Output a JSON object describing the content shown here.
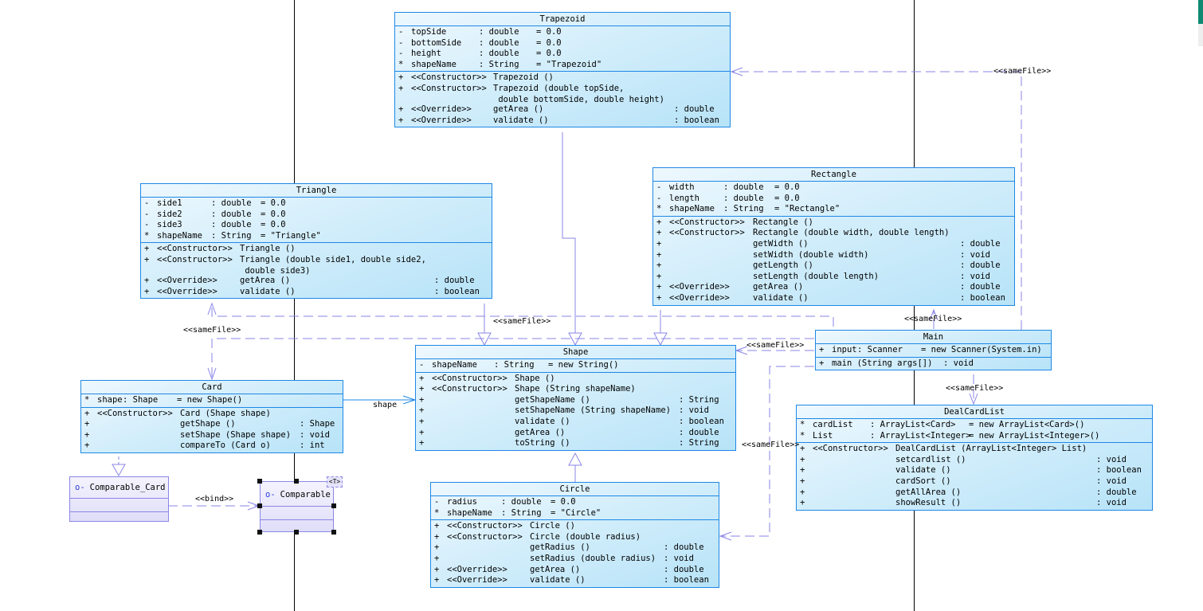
{
  "diagram": {
    "type": "UML class diagram",
    "classes": {
      "trapezoid": {
        "name": "Trapezoid",
        "attributes": [
          {
            "vis": "-",
            "name": "topSide",
            "type": ": double",
            "init": "= 0.0"
          },
          {
            "vis": "-",
            "name": "bottomSide",
            "type": ": double",
            "init": "= 0.0"
          },
          {
            "vis": "-",
            "name": "height",
            "type": ": double",
            "init": "= 0.0"
          },
          {
            "vis": "*",
            "name": "shapeName",
            "type": ": String",
            "init": "= \"Trapezoid\""
          }
        ],
        "operations": [
          {
            "vis": "+",
            "stereo": "<<Constructor>>",
            "sig": "Trapezoid ()",
            "ret": ""
          },
          {
            "vis": "+",
            "stereo": "<<Constructor>>",
            "sig": "Trapezoid (double topSide,\n double bottomSide, double height)",
            "ret": ""
          },
          {
            "vis": "+",
            "stereo": "<<Override>>",
            "sig": "getArea ()",
            "ret": ": double"
          },
          {
            "vis": "+",
            "stereo": "<<Override>>",
            "sig": "validate ()",
            "ret": ": boolean"
          }
        ]
      },
      "triangle": {
        "name": "Triangle",
        "attributes": [
          {
            "vis": "-",
            "name": "side1",
            "type": ": double",
            "init": "= 0.0"
          },
          {
            "vis": "-",
            "name": "side2",
            "type": ": double",
            "init": "= 0.0"
          },
          {
            "vis": "-",
            "name": "side3",
            "type": ": double",
            "init": "= 0.0"
          },
          {
            "vis": "*",
            "name": "shapeName",
            "type": ": String",
            "init": "= \"Triangle\""
          }
        ],
        "operations": [
          {
            "vis": "+",
            "stereo": "<<Constructor>>",
            "sig": "Triangle ()",
            "ret": ""
          },
          {
            "vis": "+",
            "stereo": "<<Constructor>>",
            "sig": "Triangle (double side1, double side2,\n double side3)",
            "ret": ""
          },
          {
            "vis": "+",
            "stereo": "<<Override>>",
            "sig": "getArea ()",
            "ret": ": double"
          },
          {
            "vis": "+",
            "stereo": "<<Override>>",
            "sig": "validate ()",
            "ret": ": boolean"
          }
        ]
      },
      "rectangle": {
        "name": "Rectangle",
        "attributes": [
          {
            "vis": "-",
            "name": "width",
            "type": ": double",
            "init": "= 0.0"
          },
          {
            "vis": "-",
            "name": "length",
            "type": ": double",
            "init": "= 0.0"
          },
          {
            "vis": "*",
            "name": "shapeName",
            "type": ": String",
            "init": "= \"Rectangle\""
          }
        ],
        "operations": [
          {
            "vis": "+",
            "stereo": "<<Constructor>>",
            "sig": "Rectangle ()",
            "ret": ""
          },
          {
            "vis": "+",
            "stereo": "<<Constructor>>",
            "sig": "Rectangle (double width, double length)",
            "ret": ""
          },
          {
            "vis": "+",
            "stereo": "",
            "sig": "getWidth ()",
            "ret": ": double"
          },
          {
            "vis": "+",
            "stereo": "",
            "sig": "setWidth (double width)",
            "ret": ": void"
          },
          {
            "vis": "+",
            "stereo": "",
            "sig": "getLength ()",
            "ret": ": double"
          },
          {
            "vis": "+",
            "stereo": "",
            "sig": "setLength (double length)",
            "ret": ": void"
          },
          {
            "vis": "+",
            "stereo": "<<Override>>",
            "sig": "getArea ()",
            "ret": ": double"
          },
          {
            "vis": "+",
            "stereo": "<<Override>>",
            "sig": "validate ()",
            "ret": ": boolean"
          }
        ]
      },
      "shape": {
        "name": "Shape",
        "attributes": [
          {
            "vis": "-",
            "name": "shapeName",
            "type": ": String",
            "init": "= new String()"
          }
        ],
        "operations": [
          {
            "vis": "+",
            "stereo": "<<Constructor>>",
            "sig": "Shape ()",
            "ret": ""
          },
          {
            "vis": "+",
            "stereo": "<<Constructor>>",
            "sig": "Shape (String shapeName)",
            "ret": ""
          },
          {
            "vis": "+",
            "stereo": "",
            "sig": "getShapeName ()",
            "ret": ": String"
          },
          {
            "vis": "+",
            "stereo": "",
            "sig": "setShapeName (String shapeName)",
            "ret": ": void"
          },
          {
            "vis": "+",
            "stereo": "",
            "sig": "validate ()",
            "ret": ": boolean"
          },
          {
            "vis": "+",
            "stereo": "",
            "sig": "getArea ()",
            "ret": ": double"
          },
          {
            "vis": "+",
            "stereo": "",
            "sig": "toString ()",
            "ret": ": String"
          }
        ]
      },
      "circle": {
        "name": "Circle",
        "attributes": [
          {
            "vis": "-",
            "name": "radius",
            "type": ": double",
            "init": "= 0.0"
          },
          {
            "vis": "*",
            "name": "shapeName",
            "type": ": String",
            "init": "= \"Circle\""
          }
        ],
        "operations": [
          {
            "vis": "+",
            "stereo": "<<Constructor>>",
            "sig": "Circle ()",
            "ret": ""
          },
          {
            "vis": "+",
            "stereo": "<<Constructor>>",
            "sig": "Circle (double radius)",
            "ret": ""
          },
          {
            "vis": "+",
            "stereo": "",
            "sig": "getRadius ()",
            "ret": ": double"
          },
          {
            "vis": "+",
            "stereo": "",
            "sig": "setRadius (double radius)",
            "ret": ": void"
          },
          {
            "vis": "+",
            "stereo": "<<Override>>",
            "sig": "getArea ()",
            "ret": ": double"
          },
          {
            "vis": "+",
            "stereo": "<<Override>>",
            "sig": "validate ()",
            "ret": ": boolean"
          }
        ]
      },
      "card": {
        "name": "Card",
        "attributes": [
          {
            "vis": "*",
            "name": "shape",
            "type": ": Shape",
            "init": "= new Shape()"
          }
        ],
        "operations": [
          {
            "vis": "+",
            "stereo": "<<Constructor>>",
            "sig": "Card (Shape shape)",
            "ret": ""
          },
          {
            "vis": "+",
            "stereo": "",
            "sig": "getShape ()",
            "ret": ": Shape"
          },
          {
            "vis": "+",
            "stereo": "",
            "sig": "setShape (Shape shape)",
            "ret": ": void"
          },
          {
            "vis": "+",
            "stereo": "",
            "sig": "compareTo (Card o)",
            "ret": ": int"
          }
        ]
      },
      "main": {
        "name": "Main",
        "attributes": [
          {
            "vis": "+",
            "name": "input",
            "type": ": Scanner",
            "init": "= new Scanner(System.in)"
          }
        ],
        "operations": [
          {
            "vis": "+",
            "stereo": "",
            "sig": "main (String args[])",
            "ret": ": void"
          }
        ]
      },
      "dealcardlist": {
        "name": "DealCardList",
        "attributes": [
          {
            "vis": "*",
            "name": "cardList",
            "type": ": ArrayList<Card>",
            "init": "= new ArrayList<Card>()"
          },
          {
            "vis": "*",
            "name": "List",
            "type": ": ArrayList<Integer>",
            "init": "= new ArrayList<Integer>()"
          }
        ],
        "operations": [
          {
            "vis": "+",
            "stereo": "<<Constructor>>",
            "sig": "DealCardList (ArrayList<Integer> List)",
            "ret": ""
          },
          {
            "vis": "+",
            "stereo": "",
            "sig": "setcardlist ()",
            "ret": ": void"
          },
          {
            "vis": "+",
            "stereo": "",
            "sig": "validate ()",
            "ret": ": boolean"
          },
          {
            "vis": "+",
            "stereo": "",
            "sig": "cardSort ()",
            "ret": ": void"
          },
          {
            "vis": "+",
            "stereo": "",
            "sig": "getAllArea ()",
            "ret": ": double"
          },
          {
            "vis": "+",
            "stereo": "",
            "sig": "showResult ()",
            "ret": ": void"
          }
        ]
      }
    },
    "interfaces": {
      "comparable_card": {
        "name": "Comparable_Card",
        "icon": "interface-icon",
        "symbol": "o-"
      },
      "comparable": {
        "name": "Comparable",
        "icon": "interface-icon",
        "symbol": "o-",
        "template_badge": "<T>"
      }
    },
    "labels": {
      "samefile": "<<sameFile>>",
      "bind": "<<bind>>",
      "shape_assoc": "shape"
    },
    "colors": {
      "class_border": "#1e88e5",
      "connector": "#8a86e6",
      "association": "#1e88e5"
    }
  }
}
